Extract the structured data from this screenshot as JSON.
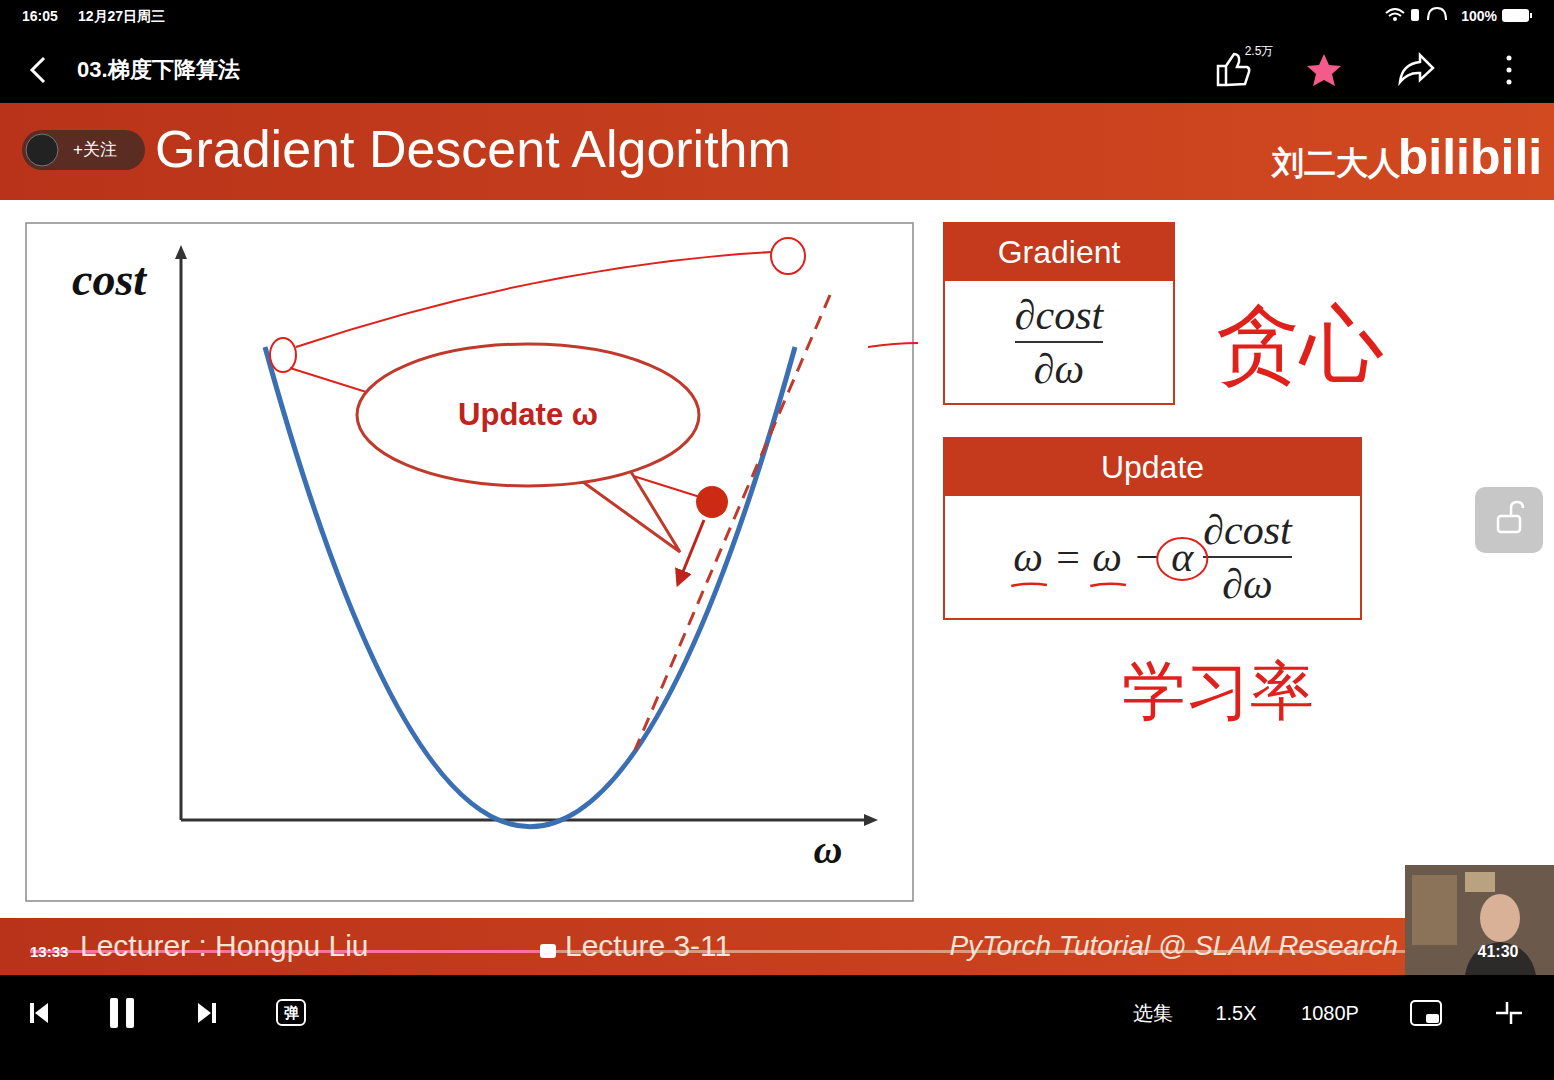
{
  "diagram": {
    "title": "Gradient Descent Algorithm",
    "nodes": [
      {
        "text": [
          "Update ω"
        ]
      },
      {
        "text": [
          "Gradient",
          "∂cost",
          "∂ω"
        ]
      },
      {
        "text": [
          "Update",
          "ω = ω − α",
          "∂cost",
          "∂ω"
        ]
      }
    ],
    "labels": [
      "16:05",
      "12月27日周三",
      "100%",
      "03.梯度下降算法",
      "2.5万",
      "+关注",
      "刘二大人",
      "bilibili",
      "cost",
      "ω",
      "贪心",
      "学习率",
      "Lecturer : Hongpu Liu",
      "13:33",
      "Lecture 3-11",
      "PyTorch Tutorial @ SLAM Research",
      "41:30",
      "弹",
      "选集",
      "1.5X",
      "1080P"
    ]
  }
}
